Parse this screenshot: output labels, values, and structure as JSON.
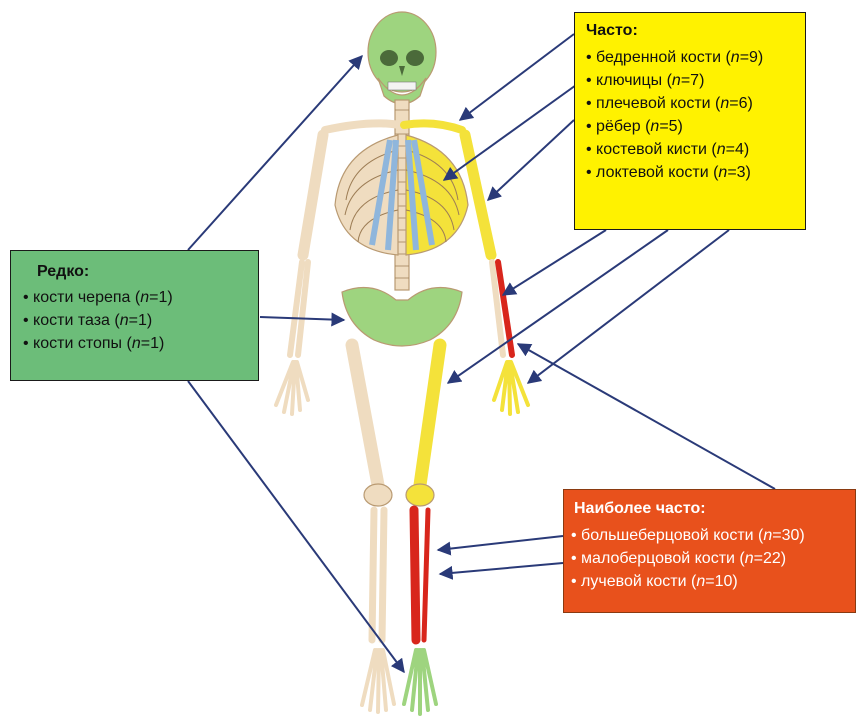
{
  "colors": {
    "often_box": "#fff200",
    "rare_box": "#6cbd79",
    "most_box": "#e8511c",
    "arrow": "#2a3a78",
    "bone_default": "#efdcc0",
    "bone_green": "#9ed47f",
    "bone_yellow": "#f4e23a",
    "bone_red": "#d8261c",
    "rib_blue": "#8fb6dc"
  },
  "boxes": {
    "often": {
      "title": "Часто:",
      "items": [
        {
          "bullet": "• ",
          "name": "бедренной кости (",
          "n": "n",
          "eq": "=9)"
        },
        {
          "bullet": "• ",
          "name": "ключицы (",
          "n": "n",
          "eq": "=7)"
        },
        {
          "bullet": "• ",
          "name": "плечевой кости (",
          "n": "n",
          "eq": "=6)"
        },
        {
          "bullet": "• ",
          "name": "рёбер (",
          "n": "n",
          "eq": "=5)"
        },
        {
          "bullet": "• ",
          "name": "костевой кисти (",
          "n": "n",
          "eq": "=4)"
        },
        {
          "bullet": "• ",
          "name": "локтевой кости (",
          "n": "n",
          "eq": "=3)"
        }
      ]
    },
    "rare": {
      "title": "Редко:",
      "items": [
        {
          "bullet": "• ",
          "name": "кости черепа (",
          "n": "n",
          "eq": "=1)"
        },
        {
          "bullet": "• ",
          "name": "кости таза (",
          "n": "n",
          "eq": "=1)"
        },
        {
          "bullet": "• ",
          "name": "кости стопы (",
          "n": "n",
          "eq": "=1)"
        }
      ]
    },
    "most": {
      "title": "Наиболее часто:",
      "items": [
        {
          "bullet": "• ",
          "name": "большеберцовой кости (",
          "n": "n",
          "eq": "=30)"
        },
        {
          "bullet": "• ",
          "name": "малоберцовой кости (",
          "n": "n",
          "eq": "=22)"
        },
        {
          "bullet": "• ",
          "name": "лучевой кости (",
          "n": "n",
          "eq": "=10)"
        }
      ]
    }
  }
}
